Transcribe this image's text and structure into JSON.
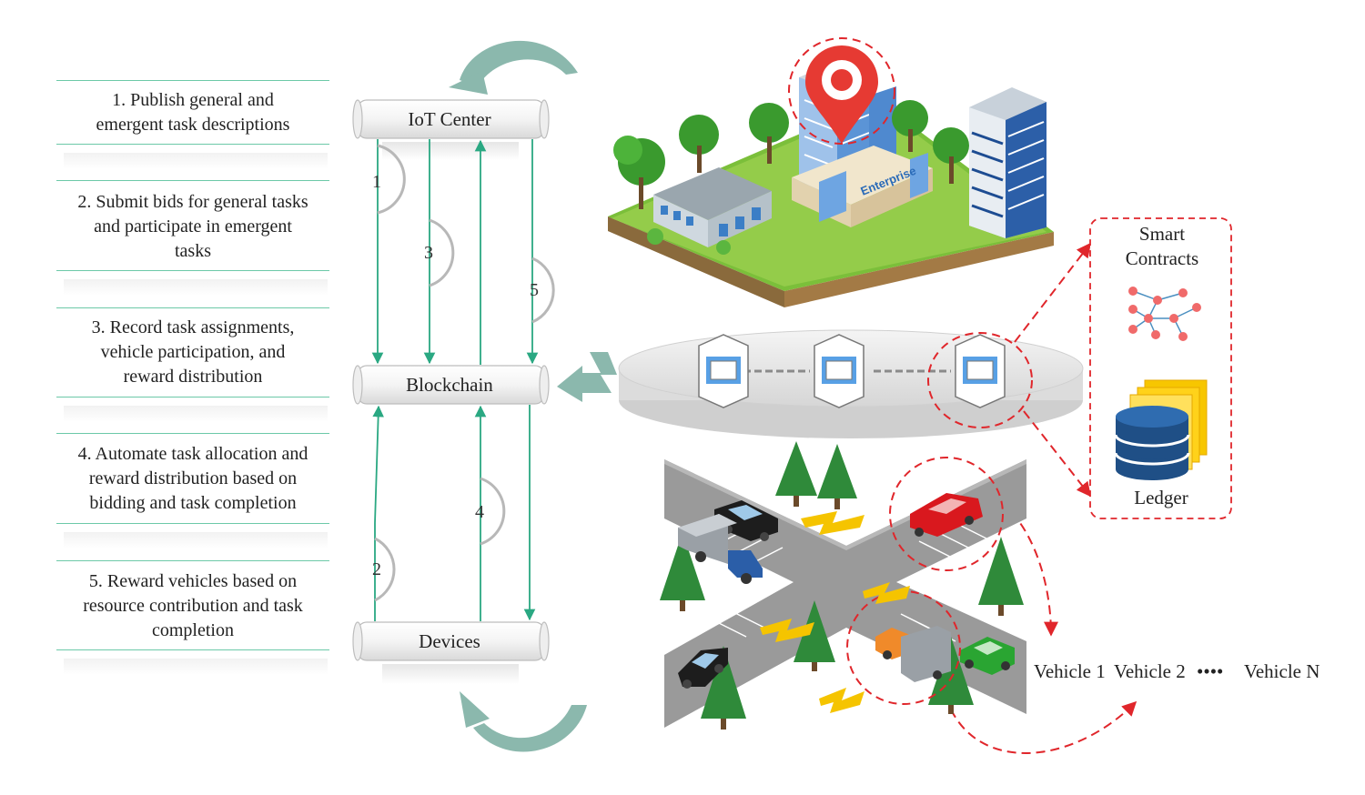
{
  "steps": [
    {
      "text_1": "1. Publish general and",
      "text_2": "emergent task descriptions"
    },
    {
      "text_1": "2. Submit bids for general tasks",
      "text_2": "and participate in emergent",
      "text_3": "tasks"
    },
    {
      "text_1": "3. Record task assignments,",
      "text_2": "vehicle participation, and",
      "text_3": "reward distribution"
    },
    {
      "text_1": "4. Automate task allocation and",
      "text_2": "reward distribution based on",
      "text_3": "bidding and task completion"
    },
    {
      "text_1": "5. Reward vehicles based on",
      "text_2": "resource contribution and task",
      "text_3": "completion"
    }
  ],
  "nodes": {
    "iot_center": "IoT Center",
    "blockchain": "Blockchain",
    "devices": "Devices"
  },
  "flow_numbers": [
    "1",
    "2",
    "3",
    "4",
    "5"
  ],
  "smart_contracts": {
    "line_1": "Smart",
    "line_2": "Contracts"
  },
  "ledger": "Ledger",
  "enterprise_sign": "Enterprise",
  "vehicles": {
    "vehicle_1": "Vehicle 1",
    "vehicle_2": "Vehicle 2",
    "dots": "••••",
    "vehicle_n": "Vehicle N"
  },
  "colors": {
    "accent_green": "#2aa882",
    "rule_green": "#6cc9a8",
    "arrow_teal": "#8bb8ad",
    "dashed_red": "#e0262b",
    "grass": "#8cc63f",
    "road": "#9a9a9a"
  }
}
